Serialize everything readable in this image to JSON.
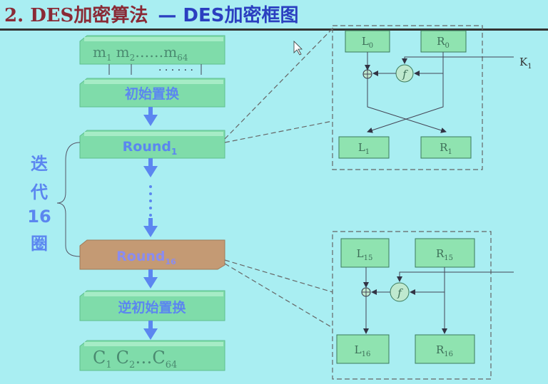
{
  "title": {
    "main": "2. DES加密算法",
    "sub": "— DES加密框图"
  },
  "flow": {
    "input": {
      "base": "m",
      "subs": [
        "1",
        "2",
        "64"
      ],
      "sep": "……"
    },
    "initial_permutation": "初始置换",
    "round1": {
      "base": "Round",
      "sub": "1"
    },
    "round16": {
      "base": "Round",
      "sub": "16"
    },
    "inverse_permutation": "逆初始置换",
    "output": {
      "base": "C",
      "subs": [
        "1",
        "2",
        "64"
      ],
      "sep": "…"
    },
    "iteration_label": [
      "迭",
      "代",
      "16",
      "圈"
    ]
  },
  "round_detail_top": {
    "l_in": "L",
    "l_in_sub": "0",
    "r_in": "R",
    "r_in_sub": "0",
    "l_out": "L",
    "l_out_sub": "1",
    "r_out": "R",
    "r_out_sub": "1",
    "key": "K",
    "key_sub": "1",
    "f": "f"
  },
  "round_detail_bottom": {
    "l_in": "L",
    "l_in_sub": "15",
    "r_in": "R",
    "r_in_sub": "15",
    "l_out": "L",
    "l_out_sub": "16",
    "r_out": "R",
    "r_out_sub": "16",
    "f": "f"
  },
  "colors": {
    "background": "#a9eef2",
    "title_red": "#8a2a36",
    "title_blue": "#2b3fc0",
    "box_green": "#7fdcaa",
    "round16_box": "#c49a74",
    "arrow": "#5b86f0"
  }
}
